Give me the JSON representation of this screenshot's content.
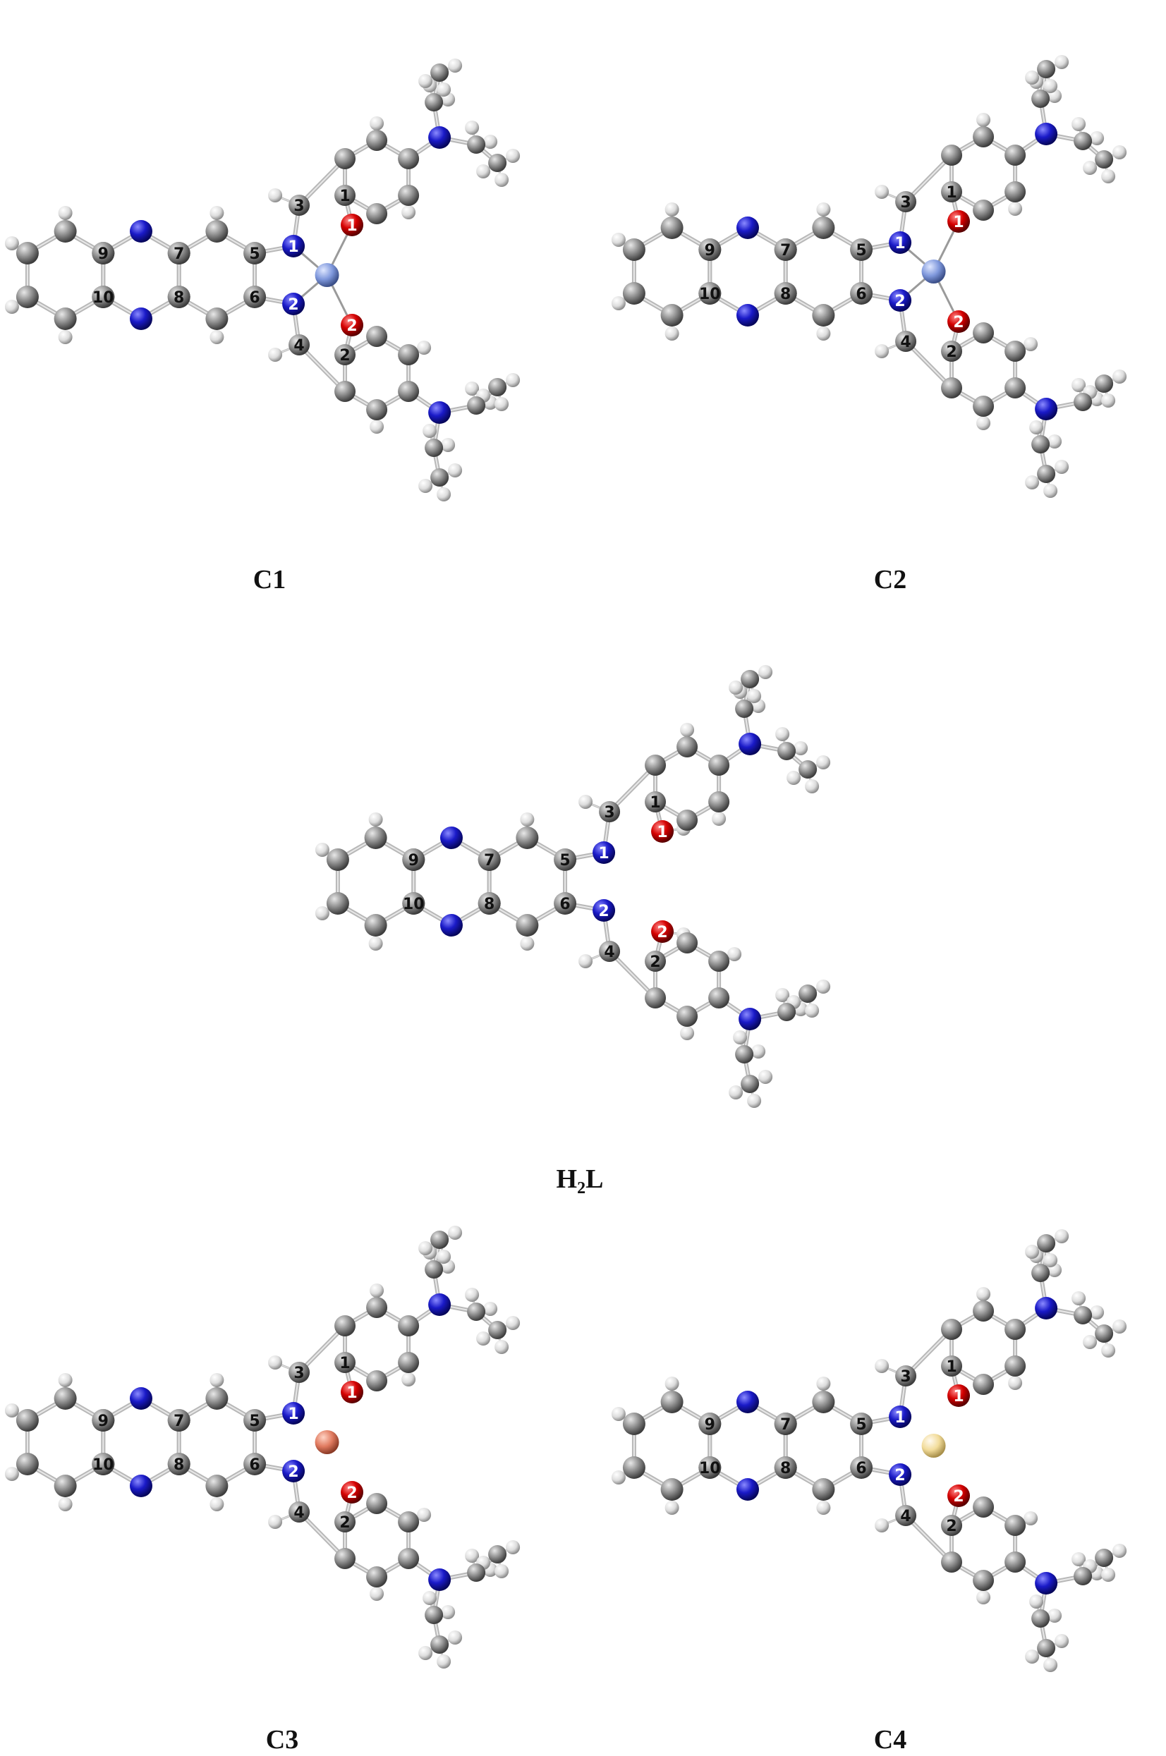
{
  "figure": {
    "colors": {
      "carbon": "#8a8a8a",
      "hydrogen": "#e6e6e6",
      "nitrogen": "#1a1ac8",
      "oxygen": "#d40000",
      "bond": "#b8b8b8",
      "label": "#111111",
      "metal_C1": "#7f98dc",
      "metal_C2": "#7f98dc",
      "metal_C3": "#e07a5f",
      "metal_C4": "#f2dc9a"
    },
    "panels": [
      {
        "id": "C1",
        "caption": "C1",
        "metal": true,
        "coordinated": true,
        "metal_color_key": "metal_C1"
      },
      {
        "id": "C2",
        "caption": "C2",
        "metal": true,
        "coordinated": true,
        "metal_color_key": "metal_C2"
      },
      {
        "id": "H2L",
        "caption_main": "H",
        "caption_sub": "2",
        "caption_tail": "L",
        "metal": false,
        "coordinated": false
      },
      {
        "id": "C3",
        "caption": "C3",
        "metal": true,
        "coordinated": false,
        "metal_color_key": "metal_C3"
      },
      {
        "id": "C4",
        "caption": "C4",
        "metal": true,
        "coordinated": false,
        "metal_color_key": "metal_C4"
      }
    ],
    "atom_labels": {
      "oxygen": [
        "1",
        "2"
      ],
      "imine_nitrogen": [
        "1",
        "2"
      ],
      "carbon": [
        "1",
        "2",
        "3",
        "4",
        "5",
        "6",
        "7",
        "8",
        "9",
        "10"
      ],
      "hydroxyl": "H"
    }
  }
}
